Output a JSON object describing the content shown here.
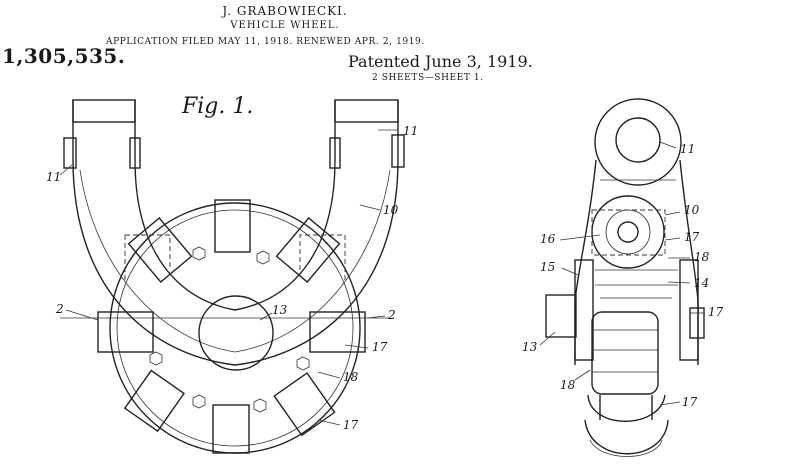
{
  "header": {
    "inventor": "J. GRABOWIECKI.",
    "title": "VEHICLE WHEEL.",
    "filed": "APPLICATION FILED MAY 11, 1918. RENEWED APR. 2, 1919.",
    "number": "1,305,535.",
    "patented": "Patented June 3, 1919.",
    "sheets": "2 SHEETS—SHEET 1."
  },
  "figure": {
    "label": "Fig. 1."
  },
  "refs": {
    "r11a": "11",
    "r11b": "11",
    "r10": "10",
    "r2a": "2",
    "r2b": "2",
    "r13": "13",
    "r17a": "17",
    "r18": "18",
    "r17b": "17",
    "s11": "11",
    "s10": "10",
    "s16": "16",
    "s17a": "17",
    "s15": "15",
    "s18a": "18",
    "s14": "14",
    "s17b": "17",
    "s13": "13",
    "s18b": "18",
    "s17c": "17"
  }
}
